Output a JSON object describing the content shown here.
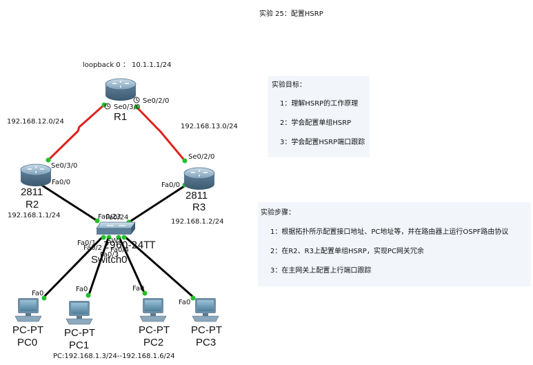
{
  "title": "实验 25：配置HSRP",
  "goals": {
    "header": "实验目标：",
    "items": [
      "1：理解HSRP的工作原理",
      "2：学会配置单组HSRP",
      "3：学会配置HSRP端口跟踪"
    ]
  },
  "steps": {
    "header": "实验步骤：",
    "items": [
      "1：根据拓扑所示配置接口地址、PC地址等，并在路由器上运行OSPF路由协议",
      "2：在R2、R3上配置单组HSRP，实现PC网关冗余",
      "3：在主网关上配置上行端口跟踪"
    ]
  },
  "topology": {
    "loopback_label": "loopback 0 ： 10.1.1.1/24",
    "net_12": "192.168.12.0/24",
    "net_13": "192.168.13.0/24",
    "r2_ip": "192.168.1.1/24",
    "r3_ip": "192.168.1.2/24",
    "pc_range": "PC:192.168.1.3/24--192.168.1.6/24",
    "r1": {
      "name": "R1",
      "if_left": "Se0/3/0",
      "if_right": "Se0/2/0"
    },
    "r2": {
      "model": "2811",
      "name": "R2",
      "if_serial": "Se0/3/0",
      "if_fa": "Fa0/0"
    },
    "r3": {
      "model": "2811",
      "name": "R3",
      "if_serial": "Se0/2/0",
      "if_fa": "Fa0/0"
    },
    "switch": {
      "name": "Switch0",
      "short": "SW1",
      "model": "2960-24TT",
      "p1": "Fa0/1",
      "p2": "Fa0/2",
      "p3": "Fa0/3",
      "p4": "Fa0/4",
      "p23": "Fa0/23",
      "p24": "Fa0/24"
    },
    "pcs": [
      {
        "model": "PC-PT",
        "name": "PC0",
        "port": "Fa0"
      },
      {
        "model": "PC-PT",
        "name": "PC1",
        "port": "Fa0"
      },
      {
        "model": "PC-PT",
        "name": "PC2",
        "port": "Fa0"
      },
      {
        "model": "PC-PT",
        "name": "PC3",
        "port": "Fa0"
      }
    ]
  },
  "colors": {
    "serial_link": "#e0201c",
    "ethernet_link": "#000000",
    "port_dot": "#22c02a",
    "panel_bg": "#f2f6fb"
  }
}
